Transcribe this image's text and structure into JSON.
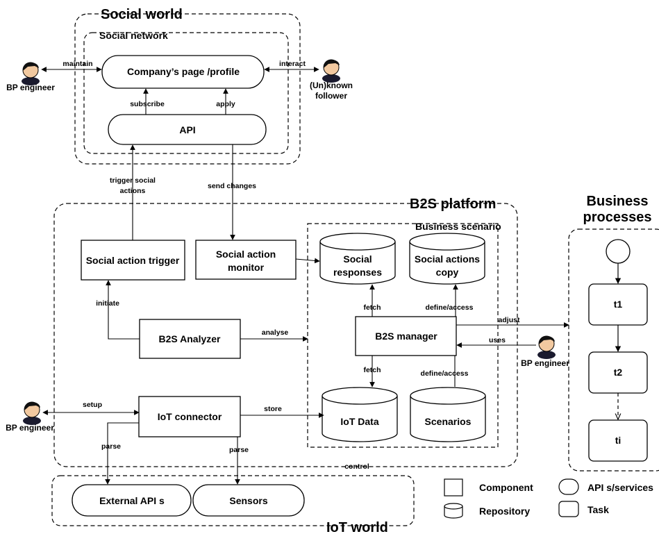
{
  "regions": {
    "social_world": "Social world",
    "social_network": "Social network",
    "b2s_platform": "B2S platform",
    "business_scenario": "Business scenario",
    "business_processes_1": "Business",
    "business_processes_2": "processes",
    "iot_world": "IoT world"
  },
  "nodes": {
    "company_page": "Company’s page /profile",
    "api": "API",
    "social_action_trigger": "Social action trigger",
    "social_action_monitor_1": "Social action",
    "social_action_monitor_2": "monitor",
    "social_responses_1": "Social",
    "social_responses_2": "responses",
    "social_actions_copy_1": "Social actions",
    "social_actions_copy_2": "copy",
    "b2s_analyzer": "B2S Analyzer",
    "b2s_manager": "B2S manager",
    "iot_connector": "IoT connector",
    "iot_data": "IoT Data",
    "scenarios": "Scenarios",
    "external_apis": "External API s",
    "sensors": "Sensors",
    "t1": "t1",
    "t2": "t2",
    "ti": "ti"
  },
  "actors": {
    "bp_engineer_top": "BP engineer",
    "follower_1": "(Un)known",
    "follower_2": "follower",
    "bp_engineer_right": "BP engineer",
    "bp_engineer_left": "BP engineer"
  },
  "edges": {
    "maintain": "maintain",
    "interact": "interact",
    "subscribe": "subscribe",
    "apply": "apply",
    "trigger_1": "trigger social",
    "trigger_2": "actions",
    "send_changes": "send changes",
    "initiate": "initiate",
    "analyse": "analyse",
    "fetch_top": "fetch",
    "define_access_top": "define/access",
    "adjust": "adjust",
    "uses": "uses",
    "fetch_bottom": "fetch",
    "define_access_bottom": "define/access",
    "setup": "setup",
    "store": "store",
    "parse_left": "parse",
    "parse_right": "parse",
    "control": "control"
  },
  "legend": {
    "component": "Component",
    "repository": "Repository",
    "api_services": "API s/services",
    "task": "Task"
  }
}
